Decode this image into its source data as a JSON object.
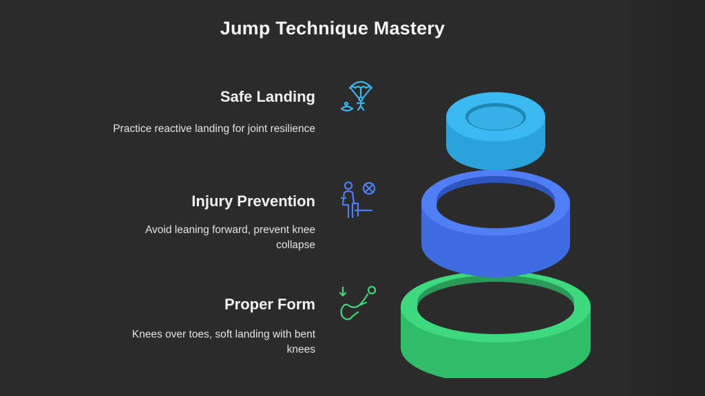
{
  "title": "Jump Technique Mastery",
  "items": [
    {
      "title": "Safe Landing",
      "description": "Practice reactive landing for joint resilience",
      "icon": "parachute-landing-icon",
      "color": "#3ab8f0"
    },
    {
      "title": "Injury Prevention",
      "description_lines": [
        "Avoid leaning forward, prevent knee",
        "collapse"
      ],
      "icon": "seated-person-no-icon",
      "color": "#4f7ef5"
    },
    {
      "title": "Proper Form",
      "description_lines": [
        "Knees over toes, soft landing with bent",
        "knees"
      ],
      "icon": "landing-pose-icon",
      "color": "#3ed97e"
    }
  ],
  "colors": {
    "background": "#2b2b2b",
    "ring_top": "#3ab8f0",
    "ring_middle": "#4f7ef5",
    "ring_bottom": "#3ed97e"
  }
}
